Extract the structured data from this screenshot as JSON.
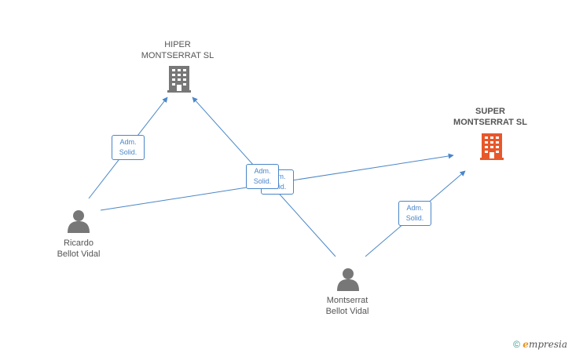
{
  "nodes": {
    "hiper": {
      "line1": "HIPER",
      "line2": "MONTSERRAT SL",
      "color": "#777777"
    },
    "super": {
      "line1": "SUPER",
      "line2": "MONTSERRAT SL",
      "color": "#e8572a"
    },
    "ricardo": {
      "line1": "Ricardo",
      "line2": "Bellot Vidal",
      "color": "#777777"
    },
    "montserrat": {
      "line1": "Montserrat",
      "line2": "Bellot Vidal",
      "color": "#777777"
    }
  },
  "edges": [
    {
      "from": "ricardo",
      "to": "hiper",
      "line1": "Adm.",
      "line2": "Solid."
    },
    {
      "from": "ricardo",
      "to": "super",
      "line1": "Adm.",
      "line2": "Solid."
    },
    {
      "from": "montserrat",
      "to": "hiper",
      "line1": "Adm.",
      "line2": "Solid."
    },
    {
      "from": "montserrat",
      "to": "super",
      "line1": "Adm.",
      "line2": "Solid."
    }
  ],
  "edge_color": "#4a86c8",
  "watermark": {
    "copyright": "©",
    "brand_initial": "e",
    "brand_rest": "mpresia"
  }
}
